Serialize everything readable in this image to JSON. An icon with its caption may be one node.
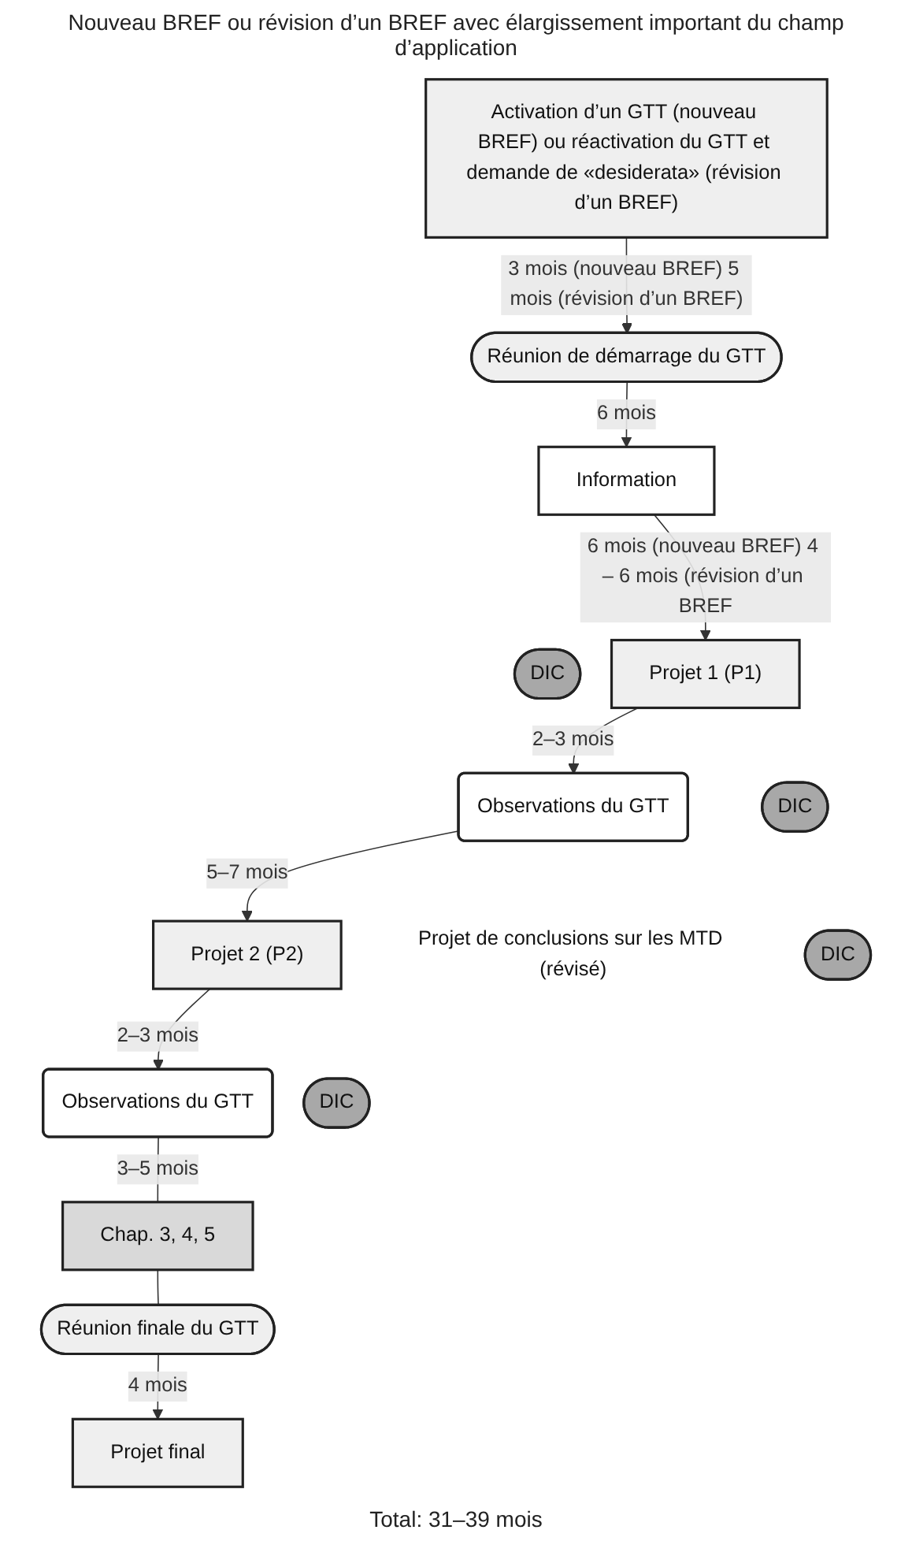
{
  "diagram": {
    "title": "Nouveau BREF ou révision d’un BREF avec élargissement important du champ d’application",
    "caption": "Total: 31–39 mois",
    "nodes": [
      {
        "text": [
          "Activation d’un GTT (nouveau BREF) ou réactivation du GTT et demande de «desiderata» (révision d’un BREF)"
        ]
      },
      {
        "text": [
          "Réunion de démarrage du GTT"
        ]
      },
      {
        "text": [
          "Information"
        ]
      },
      {
        "text": [
          "DIC"
        ]
      },
      {
        "text": [
          "Projet 1 (P1)"
        ]
      },
      {
        "text": [
          "Observations du GTT"
        ]
      },
      {
        "text": [
          "DIC"
        ]
      },
      {
        "text": [
          "Projet 2 (P2)"
        ],
        "beside": [
          "Projet de conclusions sur les MTD (révisé)"
        ]
      },
      {
        "text": [
          "DIC"
        ]
      },
      {
        "text": [
          "Observations du GTT"
        ]
      },
      {
        "text": [
          "DIC"
        ]
      },
      {
        "text": [
          "Chap. 3, 4, 5"
        ]
      },
      {
        "text": [
          "Réunion finale du GTT"
        ]
      },
      {
        "text": [
          "Projet final"
        ]
      }
    ],
    "edges": [
      {
        "from": 0,
        "to": 1,
        "arrow": "to",
        "label": "3 mois (nouveau BREF) 5 mois (révision d’un BREF)"
      },
      {
        "from": 1,
        "to": 2,
        "arrow": "to",
        "label": "6 mois"
      },
      {
        "from": 2,
        "to": 4,
        "arrow": "to",
        "label": "6 mois (nouveau BREF) 4 – 6 mois (révision d’un BREF"
      },
      {
        "from": 4,
        "to": 5,
        "arrow": "to",
        "label": "2–3 mois"
      },
      {
        "from": 5,
        "to": 7,
        "arrow": "to",
        "label": "5–7 mois"
      },
      {
        "from": 7,
        "to": 9,
        "arrow": "to",
        "label": "2–3 mois"
      },
      {
        "from": 9,
        "to": 11,
        "arrow": "none",
        "label": "3–5 mois"
      },
      {
        "from": 11,
        "to": 12,
        "arrow": "none"
      },
      {
        "from": 12,
        "to": 13,
        "arrow": "to",
        "label": "4 mois"
      }
    ]
  }
}
